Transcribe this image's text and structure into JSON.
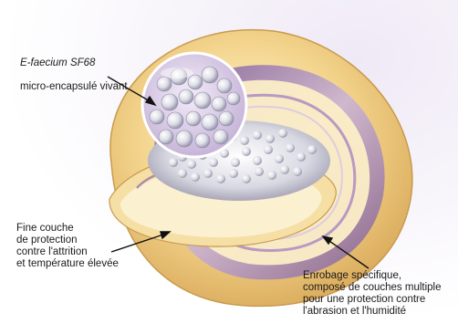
{
  "labels": {
    "microcapsule": {
      "species": "E-faecium SF68",
      "description": "micro-encapsulé vivant"
    },
    "inner_layer": {
      "text": "Fine couche\nde protection\ncontre l'attrition\net température élevée"
    },
    "outer_coating": {
      "text": "Enrobage spécifique,\ncomposé de couches multiple\npour une protection contre\nl'abrasion et l'humidité"
    }
  },
  "colors": {
    "shell_gold": "#f3d48c",
    "shell_light": "#fbeec6",
    "layer_purple": "#8f6aa8",
    "layer_lilac": "#c9b3d9",
    "core_white": "#e8e8ee",
    "leader_line": "#111111"
  }
}
